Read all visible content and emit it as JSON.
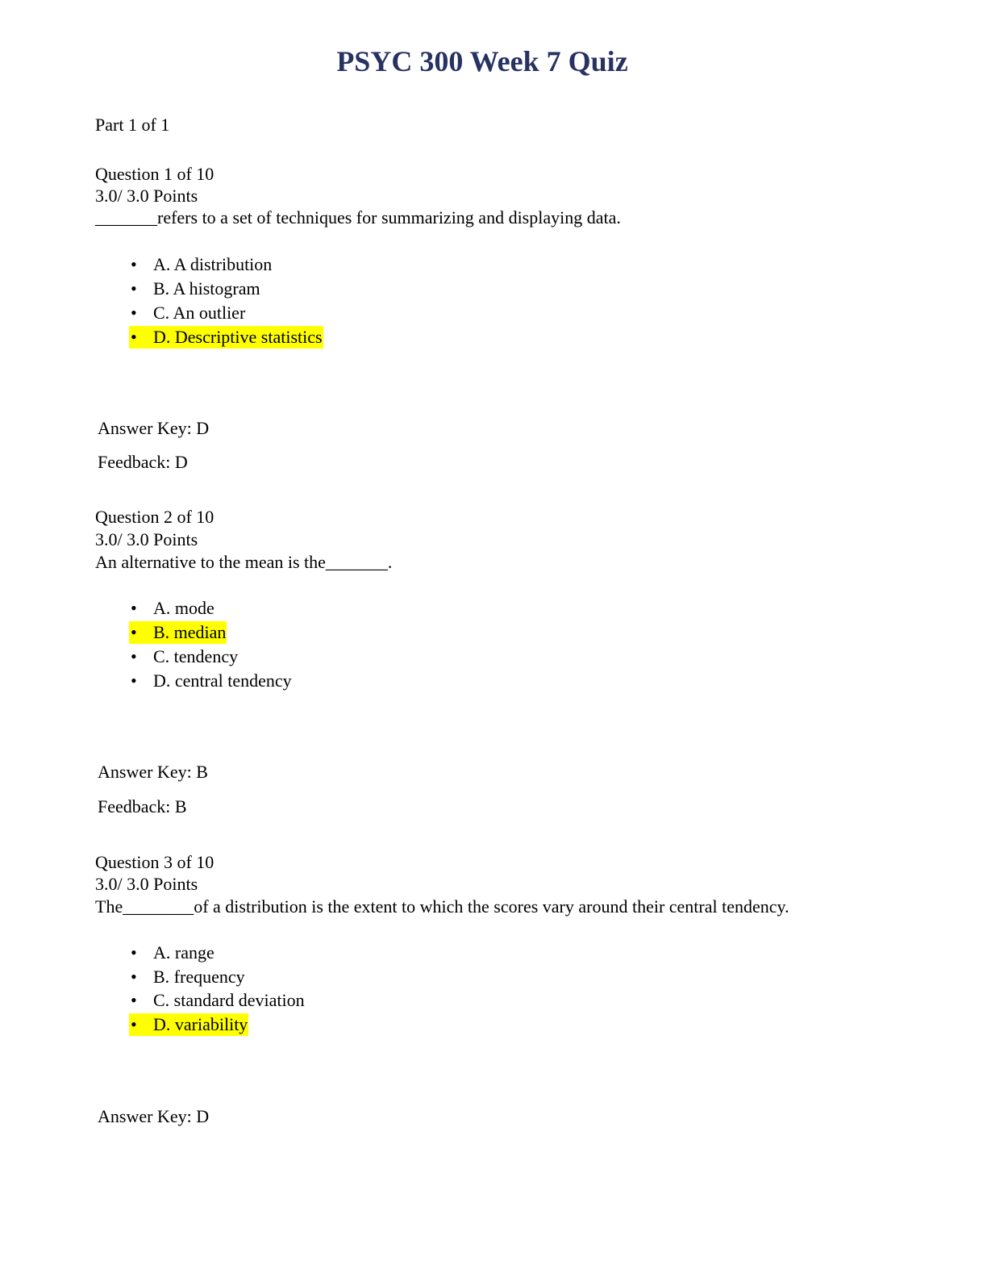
{
  "title": "PSYC 300 Week 7 Quiz",
  "part": "Part 1 of 1",
  "highlight_color": "#ffff00",
  "questions": [
    {
      "header": "Question 1 of 10",
      "points": "3.0/ 3.0 Points",
      "text": "_______refers to a set of techniques for summarizing and displaying data.",
      "options": [
        "A. A distribution",
        "B. A histogram",
        "C. An outlier",
        "D. Descriptive statistics"
      ],
      "highlighted": 3,
      "answer_key": "Answer Key: D",
      "feedback": "Feedback: D"
    },
    {
      "header": "Question 2 of 10",
      "points": "3.0/ 3.0 Points",
      "text": "An alternative to the mean is the_______.",
      "options": [
        "A. mode",
        "B. median",
        "C. tendency",
        "D. central tendency"
      ],
      "highlighted": 1,
      "answer_key": "Answer Key: B",
      "feedback": "Feedback: B"
    },
    {
      "header": "Question 3 of 10",
      "points": "3.0/ 3.0 Points",
      "text": "The________of a distribution is the extent to which the scores vary around their central tendency.",
      "options": [
        "A. range",
        "B. frequency",
        "C. standard deviation",
        "D. variability"
      ],
      "highlighted": 3,
      "answer_key": "Answer Key: D",
      "feedback": null
    }
  ]
}
